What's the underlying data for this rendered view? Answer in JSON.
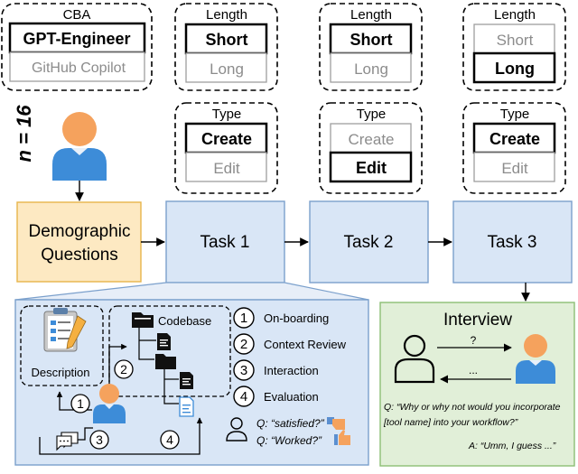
{
  "cba": {
    "header": "CBA",
    "options": [
      "GPT-Engineer",
      "GitHub Copilot"
    ]
  },
  "conditions": [
    {
      "length_header": "Length",
      "length_options": [
        "Short",
        "Long"
      ],
      "length_selected": "Short",
      "type_header": "Type",
      "type_options": [
        "Create",
        "Edit"
      ],
      "type_selected": "Create"
    },
    {
      "length_header": "Length",
      "length_options": [
        "Short",
        "Long"
      ],
      "length_selected": "Short",
      "type_header": "Type",
      "type_options": [
        "Create",
        "Edit"
      ],
      "type_selected": "Edit"
    },
    {
      "length_header": "Length",
      "length_options": [
        "Short",
        "Long"
      ],
      "length_selected": "Long",
      "type_header": "Type",
      "type_options": [
        "Create",
        "Edit"
      ],
      "type_selected": "Create"
    }
  ],
  "participants": "n = 16",
  "flow": {
    "demographic": [
      "Demographic",
      "Questions"
    ],
    "task1": "Task 1",
    "task2": "Task 2",
    "task3": "Task 3"
  },
  "detail": {
    "description": "Description",
    "codebase": "Codebase",
    "steps": [
      {
        "num": "1",
        "label": "On-boarding"
      },
      {
        "num": "2",
        "label": "Context Review"
      },
      {
        "num": "3",
        "label": "Interaction"
      },
      {
        "num": "4",
        "label": "Evaluation"
      }
    ],
    "q1": "Q: “satisfied?”",
    "q2": "Q: “Worked?”"
  },
  "interview": {
    "title": "Interview",
    "arrow_q": "?",
    "arrow_a": "...",
    "question": "Q: “Why or why not would you incorporate [tool name] into your workflow?”",
    "question_lines": [
      "Q: “Why or why not would you incorporate",
      "[tool name] into your workflow?”"
    ],
    "answer": "A: “Umm, I guess ...”"
  },
  "colors": {
    "selected_border": "#000000",
    "unselected_border": "#9e9e9e",
    "task_fill": "#d9e6f6",
    "task_border": "#7ba0cc",
    "demographic_fill": "#fde9c2",
    "demographic_border": "#e7b54a",
    "interview_fill": "#e1efd8",
    "interview_border": "#8cbf74",
    "person_head": "#f5a25d",
    "person_body": "#3d8cd8"
  }
}
